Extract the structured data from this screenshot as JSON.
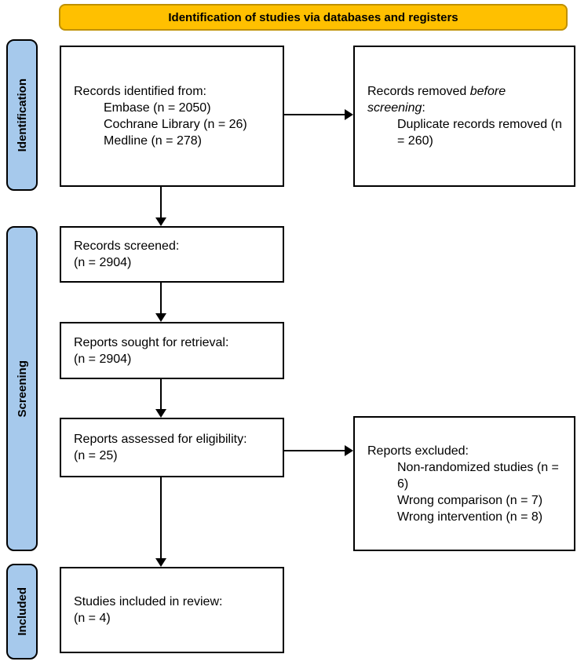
{
  "banner": {
    "label": "Identification of studies via databases and registers"
  },
  "stages": {
    "identification": "Identification",
    "screening": "Screening",
    "included": "Included"
  },
  "boxes": {
    "records_identified": {
      "title": "Records identified from:",
      "items": [
        "Embase (n = 2050)",
        "Cochrane Library (n = 26)",
        "Medline (n = 278)"
      ]
    },
    "records_removed": {
      "title_prefix": "Records removed ",
      "title_italic": "before screening",
      "title_suffix": ":",
      "items": [
        "Duplicate records removed (n = 260)"
      ]
    },
    "records_screened": {
      "lines": [
        "Records screened:",
        "(n = 2904)"
      ]
    },
    "reports_sought": {
      "lines": [
        "Reports sought for retrieval:",
        "(n = 2904)"
      ]
    },
    "reports_assessed": {
      "lines": [
        "Reports assessed for eligibility:",
        "(n = 25)"
      ]
    },
    "reports_excluded": {
      "title": "Reports excluded:",
      "items": [
        "Non-randomized studies (n = 6)",
        "Wrong comparison (n = 7)",
        "Wrong intervention (n = 8)"
      ]
    },
    "studies_included": {
      "lines": [
        "Studies included in review:",
        "(n = 4)"
      ]
    }
  },
  "colors": {
    "banner_bg": "#FFC000",
    "banner_border": "#BF9000",
    "stage_bg": "#A6C9EC",
    "box_border": "#000000",
    "arrow": "#000000"
  }
}
